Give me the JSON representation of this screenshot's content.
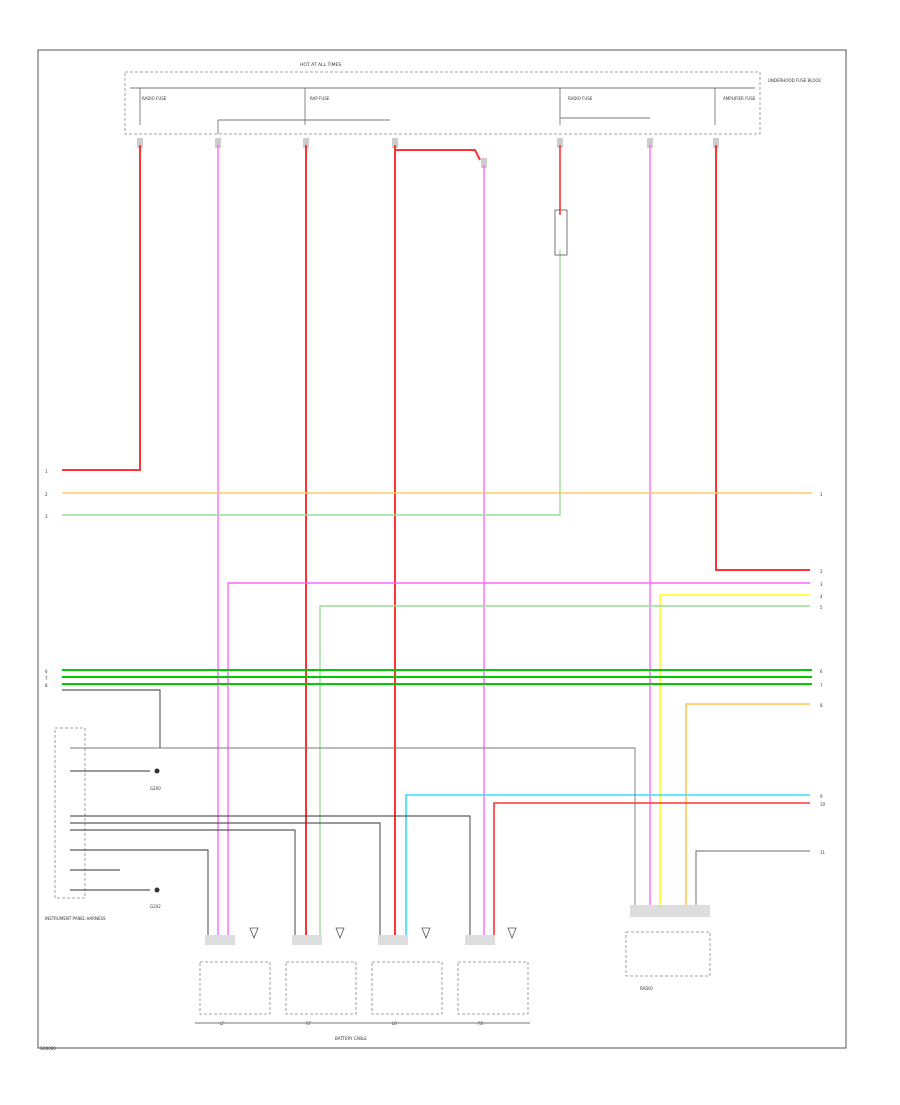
{
  "diagram": {
    "outer_box_label": "HOT AT ALL TIMES",
    "fuse_block_label": "UNDERHOOD FUSE BLOCK",
    "fuses": [
      {
        "name": "RADIO FUSE"
      },
      {
        "name": "RAP FUSE"
      },
      {
        "name": "RADIO FUSE"
      },
      {
        "name": "AMPLIFIER FUSE"
      }
    ],
    "harness_note": "INSTRUMENT PANEL HARNESS",
    "radio_label": "RADIO",
    "chassis_label": "BATTERY CABLE",
    "corner_code": "G00000",
    "ground_labels": [
      "G200",
      "G202"
    ],
    "speakers": [
      "LF",
      "RF",
      "LR",
      "RR"
    ],
    "colors": {
      "red": "#ff3333",
      "pink": "#ff66ff",
      "orange": "#ffcc66",
      "green": "#00cc00",
      "light_green": "#99dd99",
      "yellow": "#ffff33",
      "light_blue": "#33ddff",
      "black": "#333333",
      "gray": "#888888"
    }
  }
}
